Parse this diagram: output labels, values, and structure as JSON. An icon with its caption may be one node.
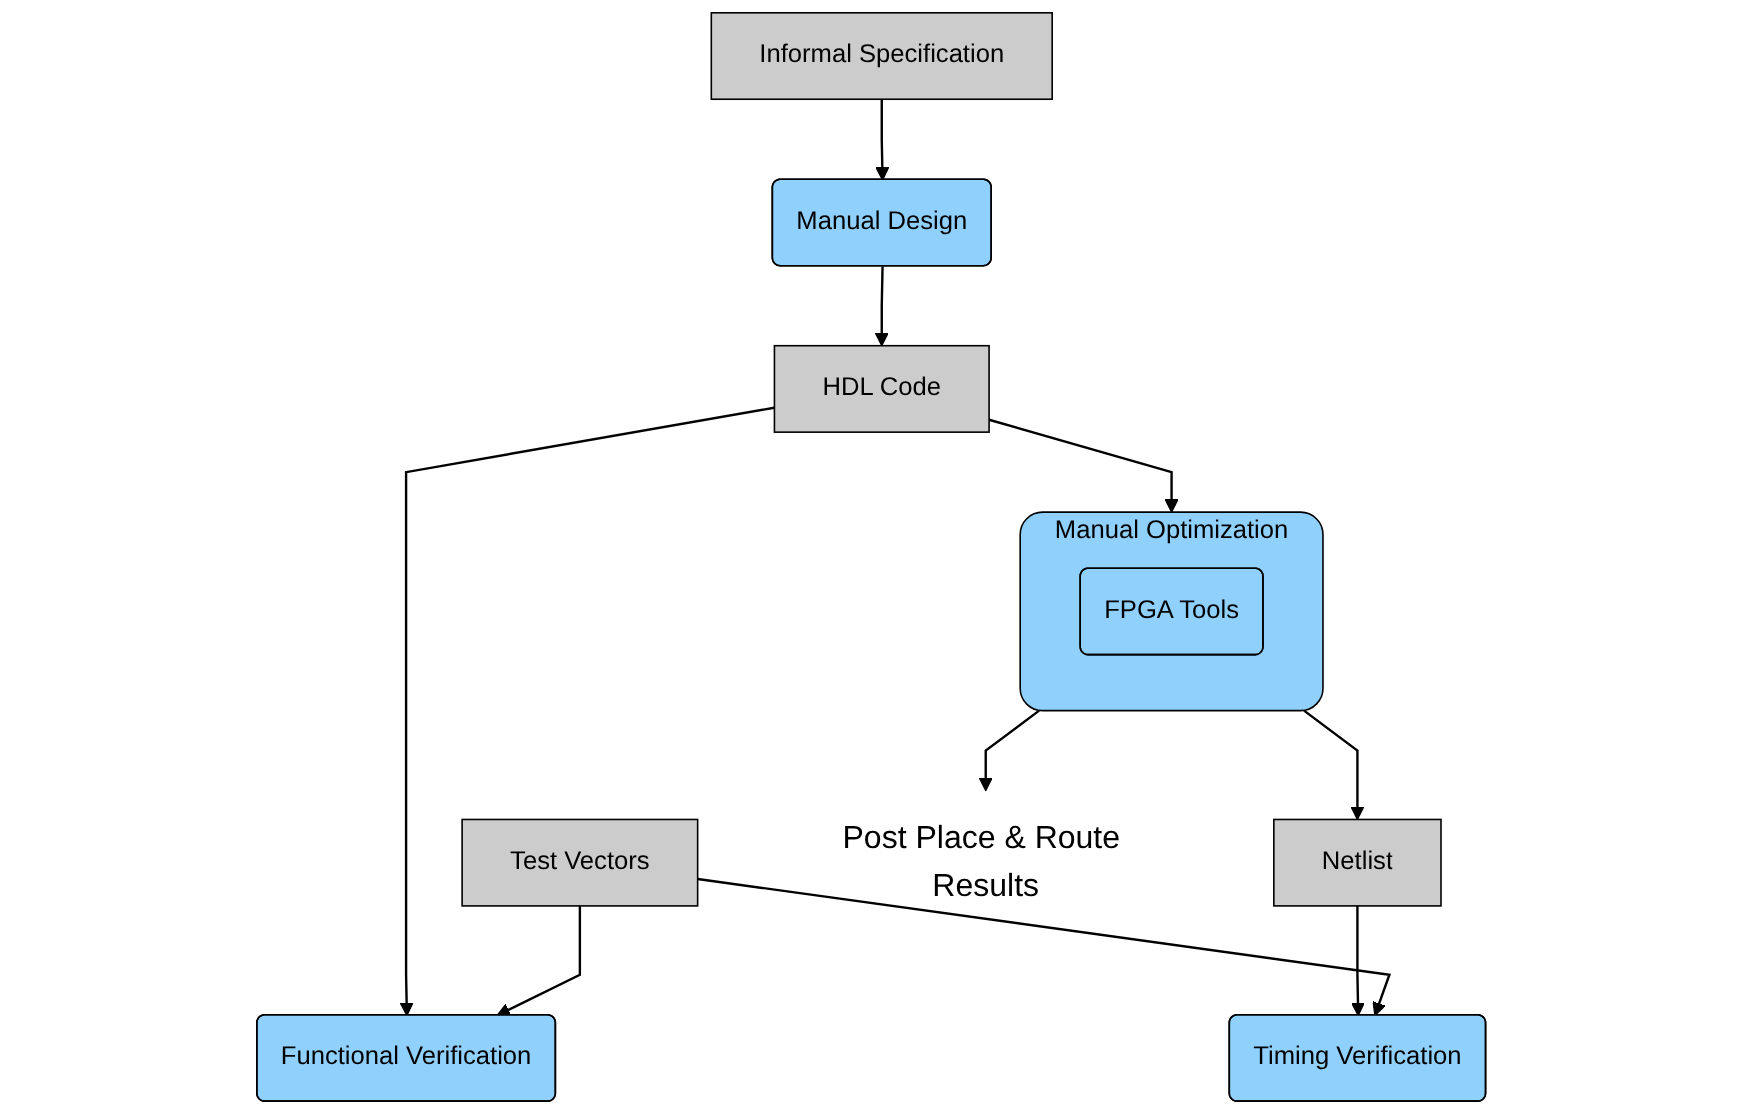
{
  "diagram": {
    "nodes": [
      {
        "text": [
          "Informal Specification"
        ]
      },
      {
        "text": [
          "Test Vectors"
        ]
      },
      {
        "text": [
          "Manual Design"
        ]
      },
      {
        "text": [
          "HDL Code"
        ]
      },
      {
        "text": [
          "Functional Verification"
        ]
      },
      {
        "text": [
          "Manual Optimization"
        ]
      },
      {
        "text": [
          "FPGA Tools"
        ],
        "in": 5
      },
      {
        "text": [
          "Netlist"
        ]
      },
      {
        "text": [
          "Timing Verification"
        ]
      },
      {
        "text": [
          "Post Place & Route Results"
        ]
      }
    ],
    "edges": [
      {
        "from": 0,
        "to": 2,
        "arrow": "to"
      },
      {
        "from": 2,
        "to": 3,
        "arrow": "to"
      },
      {
        "from": 3,
        "to": 4,
        "arrow": "to"
      },
      {
        "from": 1,
        "to": 4,
        "arrow": "to"
      },
      {
        "from": 3,
        "to": 5,
        "arrow": "to"
      },
      {
        "from": 5,
        "to": 7,
        "arrow": "to"
      },
      {
        "from": 5,
        "to": 9,
        "arrow": "to"
      },
      {
        "from": 7,
        "to": 8,
        "arrow": "to"
      },
      {
        "from": 1,
        "to": 8,
        "arrow": "to"
      }
    ]
  }
}
